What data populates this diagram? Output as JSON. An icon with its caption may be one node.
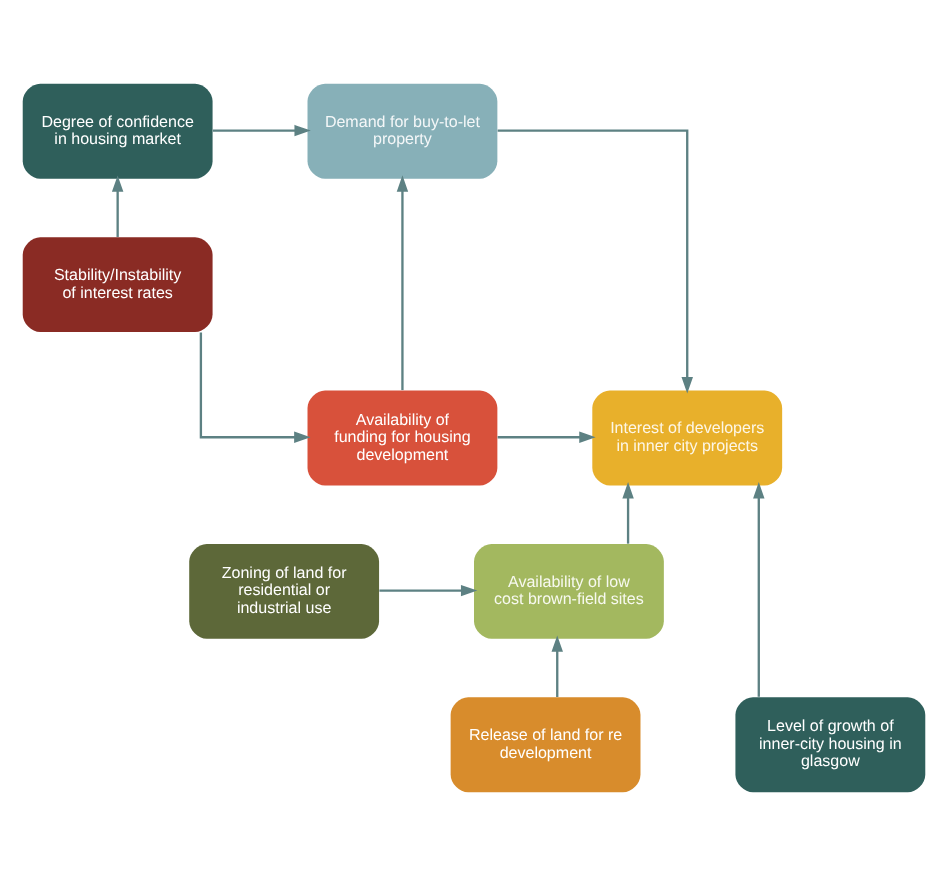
{
  "diagram": {
    "nodes": [
      {
        "text": [
          "Degree of confidence in housing market"
        ]
      },
      {
        "text": [
          "Demand for buy-to-let property"
        ]
      },
      {
        "text": [
          "Stability/Instability of interest rates"
        ]
      },
      {
        "text": [
          "Availability of funding for housing development"
        ]
      },
      {
        "text": [
          "Interest of developers in inner city projects"
        ]
      },
      {
        "text": [
          "Zoning of land for residential or industrial use"
        ]
      },
      {
        "text": [
          "Availability of low cost brown-field sites"
        ]
      },
      {
        "text": [
          "Release of land for re development"
        ]
      },
      {
        "text": [
          "Level of growth of inner-city housing in glasgow"
        ]
      }
    ],
    "edges": [
      {
        "from": 2,
        "to": 0,
        "arrow": "to"
      },
      {
        "from": 0,
        "to": 1,
        "arrow": "to"
      },
      {
        "from": 2,
        "to": 3,
        "arrow": "to"
      },
      {
        "from": 3,
        "to": 1,
        "arrow": "to"
      },
      {
        "from": 3,
        "to": 4,
        "arrow": "to"
      },
      {
        "from": 1,
        "to": 4,
        "arrow": "to"
      },
      {
        "from": 6,
        "to": 4,
        "arrow": "to"
      },
      {
        "from": 5,
        "to": 6,
        "arrow": "to"
      },
      {
        "from": 7,
        "to": 6,
        "arrow": "to"
      },
      {
        "from": 8,
        "to": 4,
        "arrow": "to"
      }
    ]
  }
}
